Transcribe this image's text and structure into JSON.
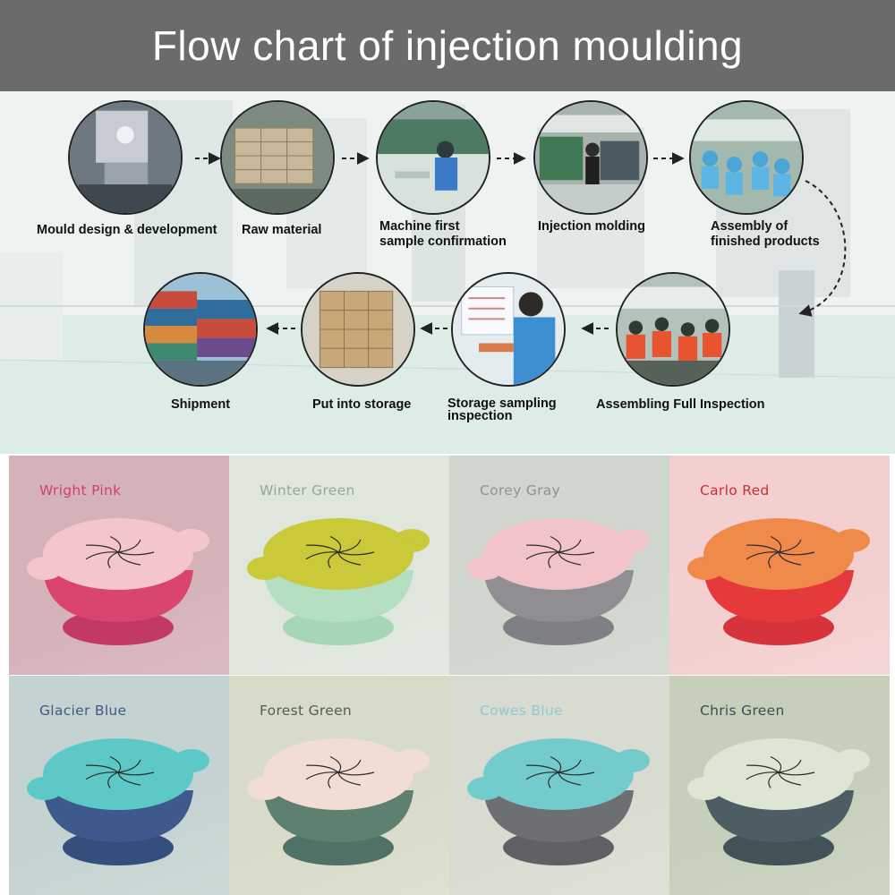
{
  "title": "Flow chart of injection moulding",
  "flow": {
    "steps": [
      {
        "label": "Mould design & development"
      },
      {
        "label": "Raw material"
      },
      {
        "label": "Machine first\nsample confirmation"
      },
      {
        "label": "Injection molding"
      },
      {
        "label": "Assembly of\nfinished products"
      },
      {
        "label": "Assembling Full Inspection"
      },
      {
        "label": "Storage sampling\ninspection"
      },
      {
        "label": "Put into storage"
      },
      {
        "label": "Shipment"
      }
    ]
  },
  "colors": {
    "swatches": [
      {
        "name": "Wright Pink",
        "label_color": "#d23f6a",
        "bg": "#d5b1b8",
        "lid": "#f4c6cc",
        "bowl": "#d9456e",
        "base": "#c23a63"
      },
      {
        "name": "Winter Green",
        "label_color": "#9aa59a",
        "bg": "#dfe6dc",
        "lid": "#c9c93a",
        "bowl": "#b4dfc0",
        "base": "#a6d6b4"
      },
      {
        "name": "Corey Gray",
        "label_color": "#8d9490",
        "bg": "#cfd6cd",
        "lid": "#f2c4c9",
        "bowl": "#8e8e93",
        "base": "#7f7f86"
      },
      {
        "name": "Carlo Red",
        "label_color": "#cf2d31",
        "bg": "#f3cfcf",
        "lid": "#ef8a4a",
        "bowl": "#e43a3c",
        "base": "#d6333a"
      },
      {
        "name": "Glacier Blue",
        "label_color": "#3b5a86",
        "bg": "#c4d3d1",
        "lid": "#5dc9c6",
        "bowl": "#3e5a8c",
        "base": "#354f7d"
      },
      {
        "name": "Forest Green",
        "label_color": "#4e5f55",
        "bg": "#d9dbc9",
        "lid": "#f1ddd2",
        "bowl": "#5e8070",
        "base": "#507266"
      },
      {
        "name": "Cowes Blue",
        "label_color": "#8fc8d4",
        "bg": "#d8dcd0",
        "lid": "#74cbcc",
        "bowl": "#6d6f72",
        "base": "#5e6064"
      },
      {
        "name": "Chris Green",
        "label_color": "#3f4d52",
        "bg": "#c5cfb9",
        "lid": "#dfe5d4",
        "bowl": "#4c5e63",
        "base": "#425358"
      }
    ]
  }
}
